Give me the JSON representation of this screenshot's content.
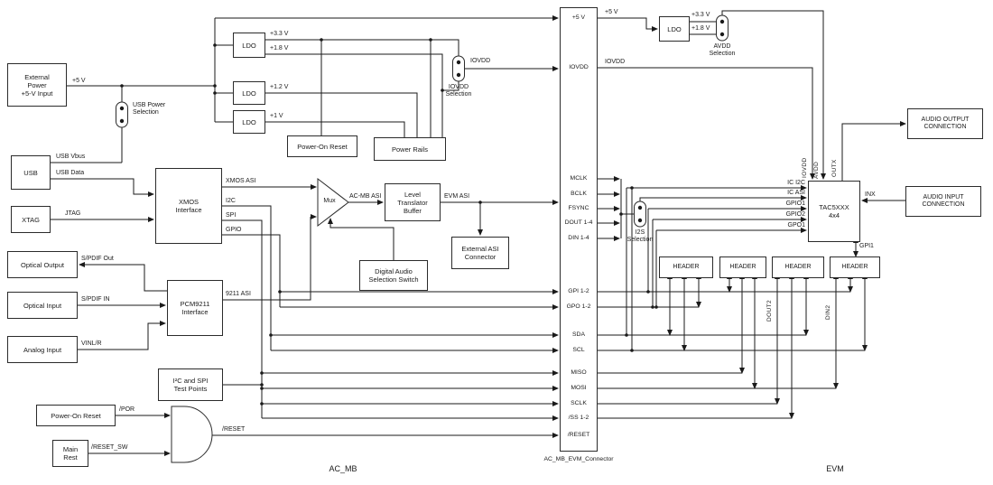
{
  "regions": {
    "left_caption": "AC_MB",
    "right_caption": "EVM"
  },
  "connector": {
    "caption": "AC_MB_EVM_Connector",
    "pins": [
      "+5 V",
      "IOVDD",
      "MCLK",
      "BCLK",
      "FSYNC",
      "DOUT 1-4",
      "DIN 1-4",
      "GPI 1-2",
      "GPO 1-2",
      "SDA",
      "SCL",
      "MISO",
      "MOSI",
      "SCLK",
      "/SS 1-2",
      "/RESET"
    ]
  },
  "blocks": {
    "external_power": "External\nPower\n+5-V Input",
    "usb": "USB",
    "xtag": "XTAG",
    "optical_output": "Optical Output",
    "optical_input": "Optical Input",
    "analog_input": "Analog Input",
    "power_on_reset_left": "Power-On Reset",
    "main_reset": "Main\nRest",
    "ldo_33_18": "LDO",
    "ldo_12": "LDO",
    "ldo_1": "LDO",
    "power_on_reset_mid": "Power-On Reset",
    "power_rails": "Power Rails",
    "xmos_interface": "XMOS\nInterface",
    "pcm9211_interface": "PCM9211\nInterface",
    "mux": "Mux",
    "level_translator": "Level\nTranslator\nBuffer",
    "external_asi_connector": "External ASI\nConnector",
    "digital_audio_switch": "Digital Audio\nSelection Switch",
    "test_points": "I²C and SPI\nTest Points",
    "ldo_avdd": "LDO",
    "tac5xxx": "TAC5XXX\n4x4",
    "header1": "HEADER",
    "header2": "HEADER",
    "header3": "HEADER",
    "header4": "HEADER",
    "audio_output": "AUDIO OUTPUT\nCONNECTION",
    "audio_input": "AUDIO INPUT\nCONNECTION"
  },
  "nets": {
    "p5v_left": "+5 V",
    "usb_power_selection": "USB Power\nSelection",
    "usb_vbus": "USB Vbus",
    "usb_data": "USB Data",
    "jtag": "JTAG",
    "p33v": "+3.3 V",
    "p18v": "+1.8 V",
    "p12v": "+1.2 V",
    "p1v": "+1 V",
    "iovdd_left": "IOVDD",
    "iovdd_selection": "IOVDD\nSelection",
    "xmos_asi": "XMOS ASI",
    "i2c": "I2C",
    "spi": "SPI",
    "gpio": "GPIO",
    "ac_mb_asi": "AC-MB ASI",
    "evm_asi": "EVM ASI",
    "spdif_out": "S/PDIF Out",
    "spdif_in": "S/PDIF IN",
    "vinlr": "VINL/R",
    "asi_9211": "9211 ASI",
    "por": "/POR",
    "reset_sw": "/RESET_SW",
    "reset": "/RESET",
    "p5v_right": "+5 V",
    "p33v_right": "+3.3 V",
    "p18v_right": "+1.8 V",
    "avdd_selection": "AVDD\nSelection",
    "iovdd_right": "IOVDD",
    "i2s_selection": "I2S\nSelection",
    "ic_i2c": "IC I2C",
    "ic_asi": "IC ASI",
    "gpio1": "GPIO1",
    "gpio2": "GPIO2",
    "gpo1": "GPO1",
    "gpi1": "GPI1",
    "inx": "INX",
    "iovdd_vert": "IOVDD",
    "avdd_vert": "AVDD",
    "outx_vert": "OUTX",
    "dout2": "DOUT2",
    "din2": "DIN2"
  }
}
